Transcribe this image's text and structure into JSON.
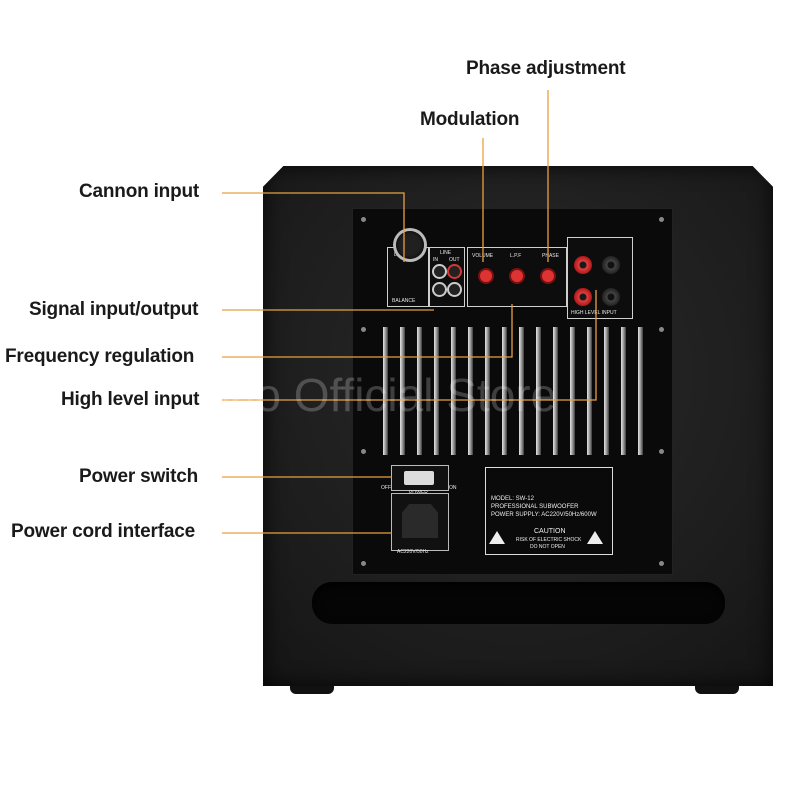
{
  "labels": {
    "phase_adjustment": "Phase adjustment",
    "modulation": "Modulation",
    "cannon_input": "Cannon input",
    "signal_io": "Signal input/output",
    "frequency_regulation": "Frequency regulation",
    "high_level_input": "High level input",
    "power_switch": "Power switch",
    "power_cord_interface": "Power cord interface"
  },
  "watermark": "Taobao Official Store",
  "panel": {
    "line_in": "LINE IN",
    "balance": "BALANCE",
    "line": "LINE",
    "in": "IN",
    "out": "OUT",
    "volume": "VOLUME",
    "lpf": "L.P.F",
    "phase": "PHASE",
    "high_level_input": "HIGH LEVEL INPUT",
    "off": "OFF",
    "on": "ON",
    "power": "POWER",
    "ac": "AC220V/50Hz",
    "model": "MODEL: SW-12",
    "professional": "PROFESSIONAL SUBWOOFER",
    "supply": "POWER SUPPLY: AC220V/50Hz/600W",
    "caution": "CAUTION",
    "risk": "RISK OF ELECTRIC SHOCK",
    "do_not_open": "DO NOT OPEN"
  },
  "colors": {
    "callout_line": "#e8a040",
    "label_text": "#1a1a1a",
    "knob": "#d33333"
  }
}
